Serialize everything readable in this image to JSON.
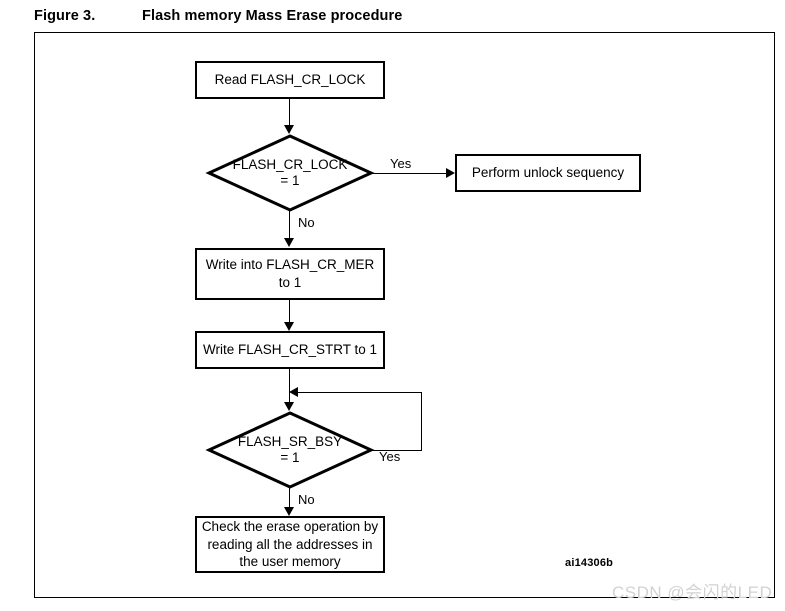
{
  "figure": {
    "number": "Figure 3.",
    "title": "Flash memory Mass Erase procedure",
    "id": "ai14306b"
  },
  "watermark": {
    "text": "CSDN @会闪的LED",
    "color": "#d2d2d2"
  },
  "colors": {
    "stroke": "#000000",
    "fill": "#ffffff",
    "text": "#000000"
  },
  "flowchart": {
    "type": "flowchart",
    "nodes": [
      {
        "id": "read-lock",
        "shape": "process",
        "lines": [
          "Read FLASH_CR_LOCK"
        ]
      },
      {
        "id": "lock-decision",
        "shape": "decision",
        "line1": "FLASH_CR_LOCK",
        "line2": "= 1"
      },
      {
        "id": "unlock",
        "shape": "process",
        "lines": [
          "Perform unlock sequency"
        ]
      },
      {
        "id": "write-mer",
        "shape": "process",
        "lines": [
          "Write into FLASH_CR_MER",
          "to 1"
        ]
      },
      {
        "id": "write-strt",
        "shape": "process",
        "lines": [
          "Write FLASH_CR_STRT to 1"
        ]
      },
      {
        "id": "bsy-decision",
        "shape": "decision",
        "line1": "FLASH_SR_BSY",
        "line2": "= 1"
      },
      {
        "id": "check-erase",
        "shape": "process",
        "lines": [
          "Check the erase operation by",
          "reading all the addresses in",
          "the user memory"
        ]
      }
    ],
    "edges": [
      {
        "from": "read-lock",
        "to": "lock-decision",
        "label": ""
      },
      {
        "from": "lock-decision",
        "to": "unlock",
        "label": "Yes"
      },
      {
        "from": "lock-decision",
        "to": "write-mer",
        "label": "No"
      },
      {
        "from": "write-mer",
        "to": "write-strt",
        "label": ""
      },
      {
        "from": "write-strt",
        "to": "bsy-decision",
        "label": ""
      },
      {
        "from": "bsy-decision",
        "to": "bsy-decision",
        "label": "Yes"
      },
      {
        "from": "bsy-decision",
        "to": "check-erase",
        "label": "No"
      }
    ],
    "labels": {
      "yes_lock": "Yes",
      "no_lock": "No",
      "yes_bsy": "Yes",
      "no_bsy": "No"
    }
  }
}
